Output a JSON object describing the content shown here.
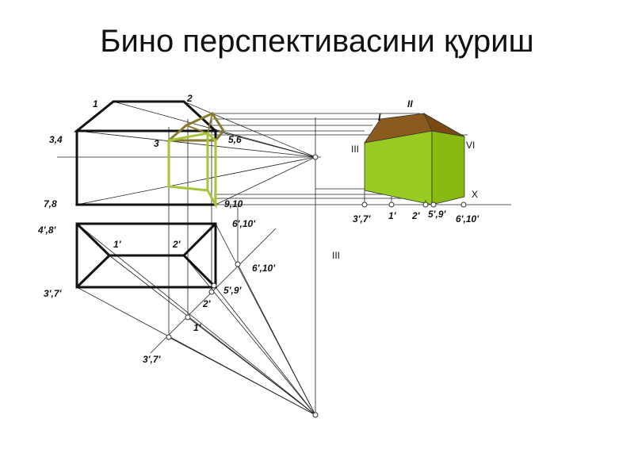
{
  "title": "Бино перспективасини қуриш",
  "labels": {
    "front_1": "1",
    "front_2": "2",
    "front_34": "3,4",
    "front_3": "3",
    "front_56": "5,6",
    "front_78": "7,8",
    "front_910": "9,10",
    "plan_48": "4',8'",
    "plan_37": "3',7'",
    "plan_1": "1'",
    "plan_2": "2'",
    "plan_610_top": "6',10'",
    "diag_610": "6',10'",
    "diag_59": "5',9'",
    "diag_2": "2'",
    "diag_1": "1'",
    "diag_37": "3',7'",
    "center_III": "III",
    "persp_II": "II",
    "persp_I": "I",
    "persp_III": "III",
    "persp_VI": "VI",
    "persp_X": "X",
    "base_37": "3',7'",
    "base_1": "1'",
    "base_2": "2'",
    "base_59": "5',9'",
    "base_610": "6',10'"
  },
  "colors": {
    "wall": "#99cc22",
    "wall_dark": "#88bb11",
    "roof": "#8b5a1e",
    "house_outline": "#a6c43a",
    "roof_outline": "#8a7a30"
  }
}
